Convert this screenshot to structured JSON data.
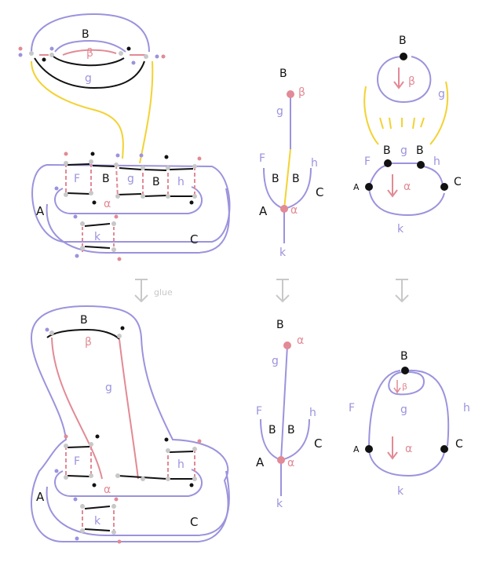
{
  "colors": {
    "purple": "#9b93dd",
    "pink": "#e28a95",
    "yellow": "#f3d232",
    "black": "#111111",
    "gray": "#c8c8c8"
  },
  "labels": {
    "B": "B",
    "beta": "β",
    "g": "g",
    "F": "F",
    "h": "h",
    "A": "A",
    "C": "C",
    "k": "k",
    "alpha": "α",
    "glue": "glue"
  }
}
